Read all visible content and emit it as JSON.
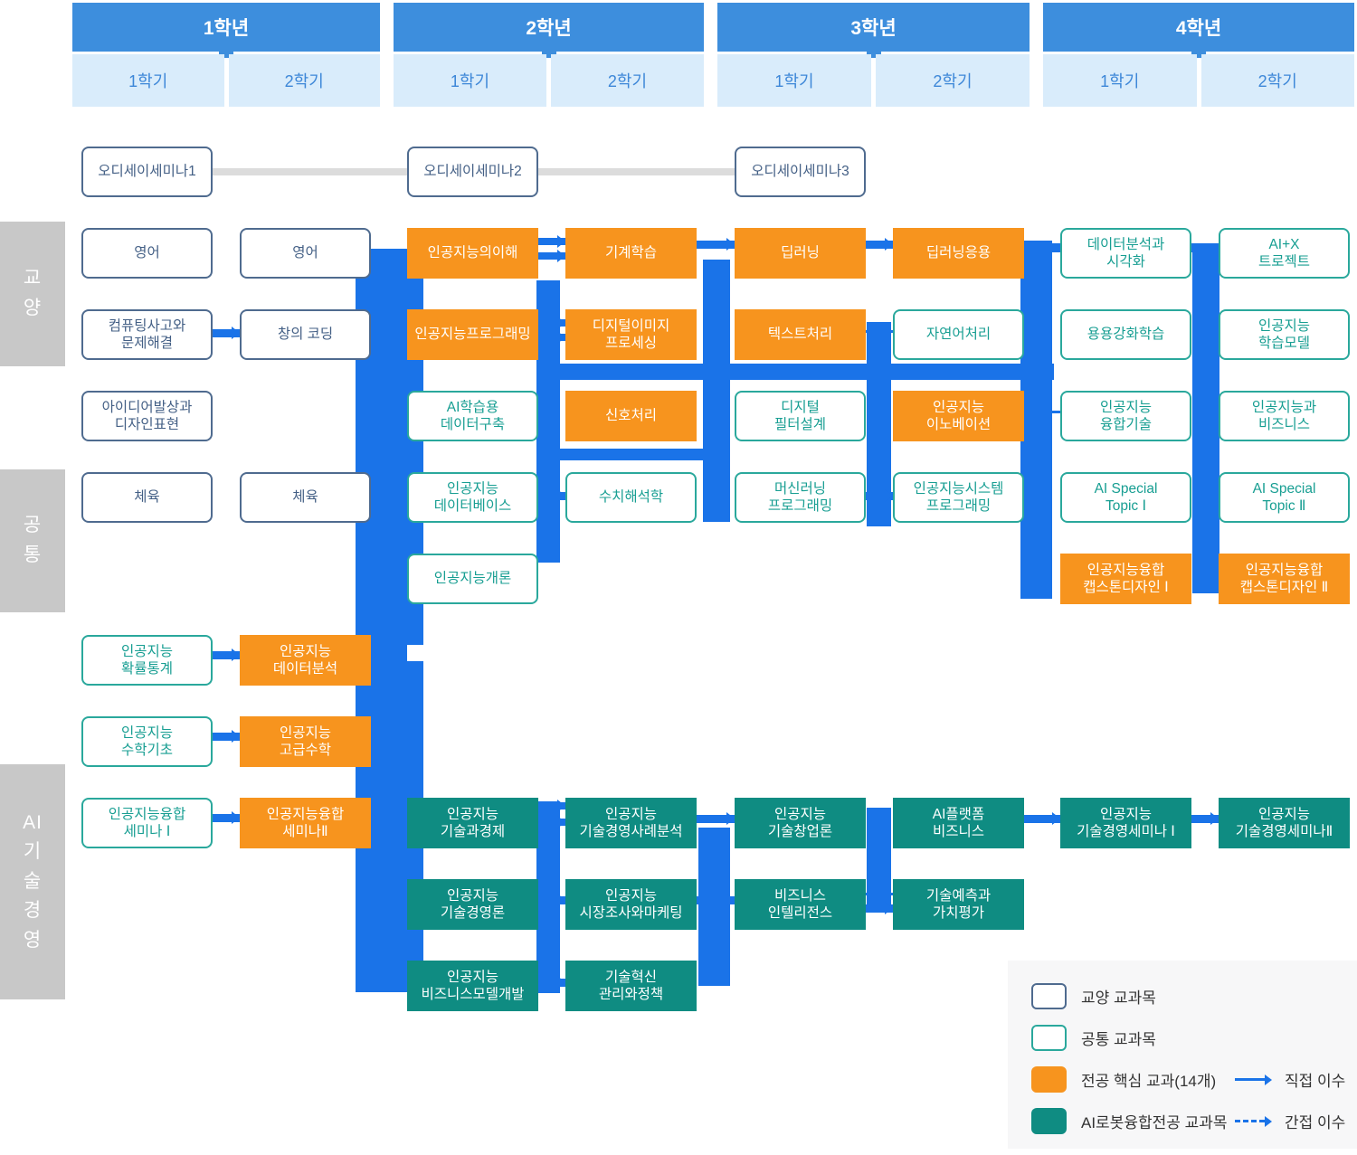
{
  "header": {
    "years": [
      {
        "label": "1학년",
        "semesters": [
          "1학기",
          "2학기"
        ]
      },
      {
        "label": "2학년",
        "semesters": [
          "1학기",
          "2학기"
        ]
      },
      {
        "label": "3학년",
        "semesters": [
          "1학기",
          "2학기"
        ]
      },
      {
        "label": "4학년",
        "semesters": [
          "1학기",
          "2학기"
        ]
      }
    ]
  },
  "side_groups": [
    {
      "label": "교양",
      "lines": [
        "교",
        "양"
      ]
    },
    {
      "label": "공통",
      "lines": [
        "공",
        "통"
      ]
    },
    {
      "label": "AI 기술경영",
      "lines": [
        "AI",
        "기",
        "술",
        "경",
        "영"
      ]
    }
  ],
  "courses": [
    {
      "label": "오디세이세미나1",
      "col": 1,
      "row": 0,
      "type": "ge"
    },
    {
      "label": "오디세이세미나2",
      "col": 3,
      "row": 0,
      "type": "ge"
    },
    {
      "label": "오디세이세미나3",
      "col": 5,
      "row": 0,
      "type": "ge"
    },
    {
      "label": "영어",
      "col": 1,
      "row": 1,
      "type": "ge"
    },
    {
      "label": "영어",
      "col": 2,
      "row": 1,
      "type": "ge"
    },
    {
      "label": "인공지능의이해",
      "col": 3,
      "row": 1,
      "type": "core"
    },
    {
      "label": "기계학습",
      "col": 4,
      "row": 1,
      "type": "core"
    },
    {
      "label": "딥러닝",
      "col": 5,
      "row": 1,
      "type": "core"
    },
    {
      "label": "딥러닝응용",
      "col": 6,
      "row": 1,
      "type": "core"
    },
    {
      "label": "데이터분석과\n시각화",
      "col": 7,
      "row": 1,
      "type": "common"
    },
    {
      "label": "AI+X\n트로젝트",
      "col": 8,
      "row": 1,
      "type": "common"
    },
    {
      "label": "컴퓨팅사고와\n문제해결",
      "col": 1,
      "row": 2,
      "type": "ge"
    },
    {
      "label": "창의 코딩",
      "col": 2,
      "row": 2,
      "type": "ge"
    },
    {
      "label": "인공지능프로그래밍",
      "col": 3,
      "row": 2,
      "type": "core"
    },
    {
      "label": "디지털이미지\n프로세싱",
      "col": 4,
      "row": 2,
      "type": "core"
    },
    {
      "label": "텍스트처리",
      "col": 5,
      "row": 2,
      "type": "core"
    },
    {
      "label": "자연어처리",
      "col": 6,
      "row": 2,
      "type": "common"
    },
    {
      "label": "용용강화학습",
      "col": 7,
      "row": 2,
      "type": "common"
    },
    {
      "label": "인공지능\n학습모델",
      "col": 8,
      "row": 2,
      "type": "common"
    },
    {
      "label": "아이디어발상과\n디자인표현",
      "col": 1,
      "row": 3,
      "type": "ge"
    },
    {
      "label": "AI학습용\n데이터구축",
      "col": 3,
      "row": 3,
      "type": "common"
    },
    {
      "label": "신호처리",
      "col": 4,
      "row": 3,
      "type": "core"
    },
    {
      "label": "디지털\n필터설계",
      "col": 5,
      "row": 3,
      "type": "common"
    },
    {
      "label": "인공지능\n이노베이션",
      "col": 6,
      "row": 3,
      "type": "core"
    },
    {
      "label": "인공지능\n융합기술",
      "col": 7,
      "row": 3,
      "type": "common"
    },
    {
      "label": "인공지능과\n비즈니스",
      "col": 8,
      "row": 3,
      "type": "common"
    },
    {
      "label": "체육",
      "col": 1,
      "row": 4,
      "type": "ge"
    },
    {
      "label": "체육",
      "col": 2,
      "row": 4,
      "type": "ge"
    },
    {
      "label": "인공지능\n데이터베이스",
      "col": 3,
      "row": 4,
      "type": "common"
    },
    {
      "label": "수치해석학",
      "col": 4,
      "row": 4,
      "type": "common"
    },
    {
      "label": "머신러닝\n프로그래밍",
      "col": 5,
      "row": 4,
      "type": "common"
    },
    {
      "label": "인공지능시스템\n프로그래밍",
      "col": 6,
      "row": 4,
      "type": "common"
    },
    {
      "label": "AI Special\nTopic Ⅰ",
      "col": 7,
      "row": 4,
      "type": "common"
    },
    {
      "label": "AI Special\nTopic Ⅱ",
      "col": 8,
      "row": 4,
      "type": "common"
    },
    {
      "label": "인공지능개론",
      "col": 3,
      "row": 5,
      "type": "common"
    },
    {
      "label": "인공지능융합\n캡스톤디자인 Ⅰ",
      "col": 7,
      "row": 5,
      "type": "core"
    },
    {
      "label": "인공지능융합\n캡스톤디자인 Ⅱ",
      "col": 8,
      "row": 5,
      "type": "core"
    },
    {
      "label": "인공지능\n확률통계",
      "col": 1,
      "row": 6,
      "type": "common"
    },
    {
      "label": "인공지능\n데이터분석",
      "col": 2,
      "row": 6,
      "type": "core"
    },
    {
      "label": "인공지능\n수학기초",
      "col": 1,
      "row": 7,
      "type": "common"
    },
    {
      "label": "인공지능\n고급수학",
      "col": 2,
      "row": 7,
      "type": "core"
    },
    {
      "label": "인공지능융합\n세미나 Ⅰ",
      "col": 1,
      "row": 8,
      "type": "common"
    },
    {
      "label": "인공지능융합\n세미나Ⅱ",
      "col": 2,
      "row": 8,
      "type": "core"
    },
    {
      "label": "인공지능\n기술과경제",
      "col": 3,
      "row": 8,
      "type": "robot"
    },
    {
      "label": "인공지능\n기술경영사례분석",
      "col": 4,
      "row": 8,
      "type": "robot"
    },
    {
      "label": "인공지능\n기술창업론",
      "col": 5,
      "row": 8,
      "type": "robot"
    },
    {
      "label": "AI플랫폼\n비즈니스",
      "col": 6,
      "row": 8,
      "type": "robot"
    },
    {
      "label": "인공지능\n기술경영세미나 Ⅰ",
      "col": 7,
      "row": 8,
      "type": "robot"
    },
    {
      "label": "인공지능\n기술경영세미나Ⅱ",
      "col": 8,
      "row": 8,
      "type": "robot"
    },
    {
      "label": "인공지능\n기술경영론",
      "col": 3,
      "row": 9,
      "type": "robot"
    },
    {
      "label": "인공지능\n시장조사와마케팅",
      "col": 4,
      "row": 9,
      "type": "robot"
    },
    {
      "label": "비즈니스\n인텔리전스",
      "col": 5,
      "row": 9,
      "type": "robot"
    },
    {
      "label": "기술예측과\n가치평가",
      "col": 6,
      "row": 9,
      "type": "robot"
    },
    {
      "label": "인공지능\n비즈니스모델개발",
      "col": 3,
      "row": 10,
      "type": "robot"
    },
    {
      "label": "기술혁신\n관리와정책",
      "col": 4,
      "row": 10,
      "type": "robot"
    }
  ],
  "legend": {
    "items": [
      {
        "swatch": "ge",
        "label": "교양 교과목"
      },
      {
        "swatch": "common",
        "label": "공통 교과목"
      },
      {
        "swatch": "core",
        "label": "전공 핵심 교과(14개)"
      },
      {
        "swatch": "robot",
        "label": "AI로봇융합전공 교과목"
      }
    ],
    "arrows": [
      {
        "style": "solid",
        "label": "직접 이수"
      },
      {
        "style": "dashed",
        "label": "간접 이수"
      }
    ]
  },
  "colors": {
    "year_bar": "#3d8edd",
    "semester_bg": "#d9ecfb",
    "semester_text": "#3d87d8",
    "connector_blue": "#1a73e8",
    "core_orange": "#f7941e",
    "robot_teal": "#0f8c82",
    "common_border": "#2aa89c",
    "ge_border": "#4f6b8f",
    "side_strip": "#c8c8c8",
    "odyssey_line": "#dcdcdc",
    "legend_bg": "#f7f7f8"
  }
}
